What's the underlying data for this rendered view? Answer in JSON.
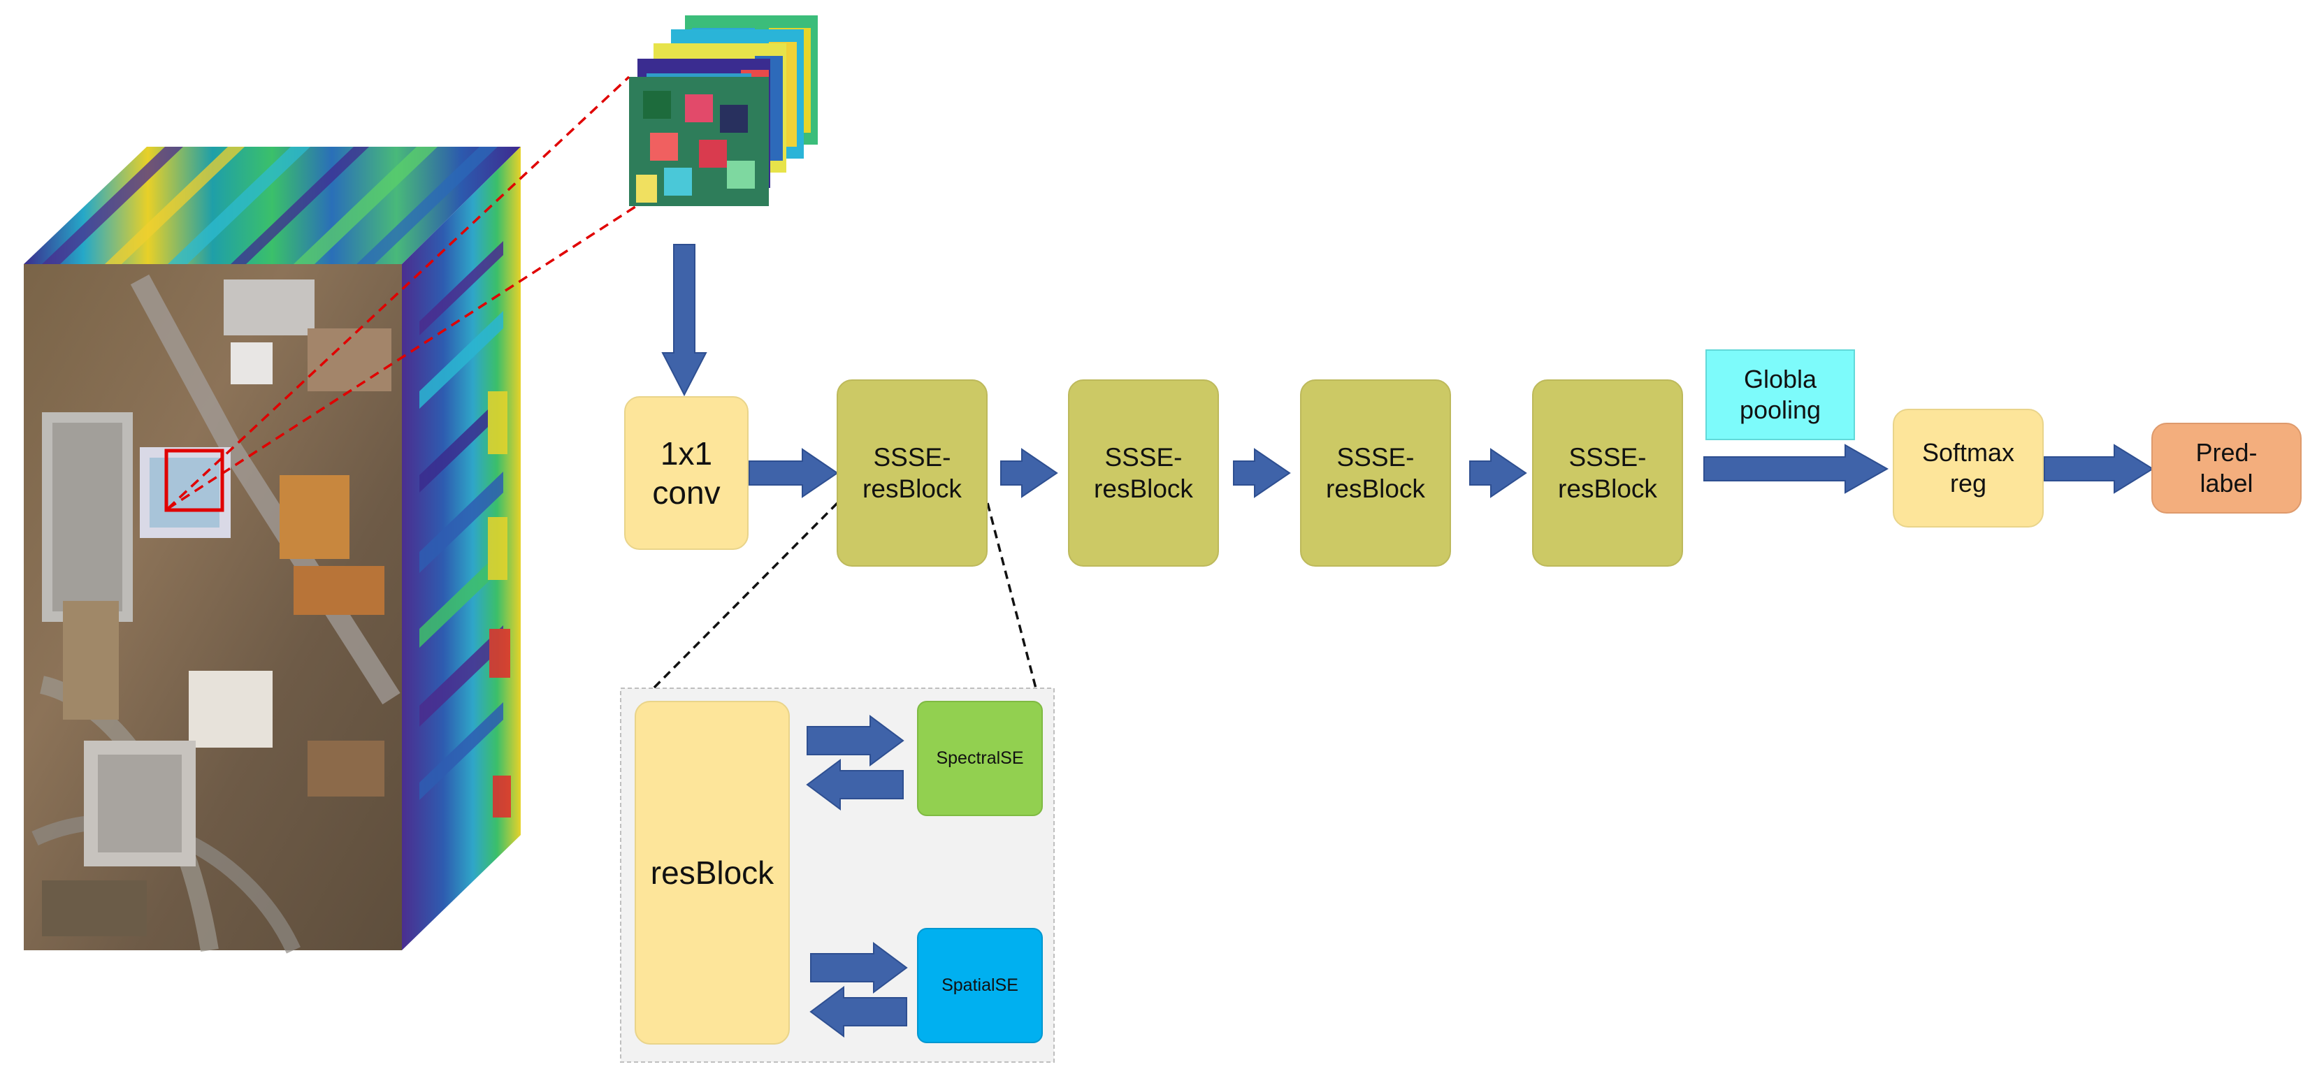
{
  "diagram": {
    "colors": {
      "arrow": "#3F63A9",
      "conv": "#FDE59A",
      "resblock": "#CCC965",
      "pooling": "#7DFBFB",
      "softmax": "#FDE59A",
      "pred": "#F3AE7D",
      "spectral": "#92D050",
      "spatial": "#00B0F0",
      "detail_panel": "#F2F2F2",
      "zoom_line": "#E00000"
    },
    "nodes": {
      "conv": "1x1\nconv",
      "ssse_1": "SSSE-\nresBlock",
      "ssse_2": "SSSE-\nresBlock",
      "ssse_3": "SSSE-\nresBlock",
      "ssse_4": "SSSE-\nresBlock",
      "pooling": "Globla\npooling",
      "softmax": "Softmax\nreg",
      "pred": "Pred-\nlabel"
    },
    "detail": {
      "resblock": "resBlock",
      "spectral_se": "SpectralSE",
      "spatial_se": "SpatialSE"
    },
    "images": {
      "hyperspectral_cube": "hyperspectral-cube",
      "input_patch": "input-patch-stack"
    }
  }
}
